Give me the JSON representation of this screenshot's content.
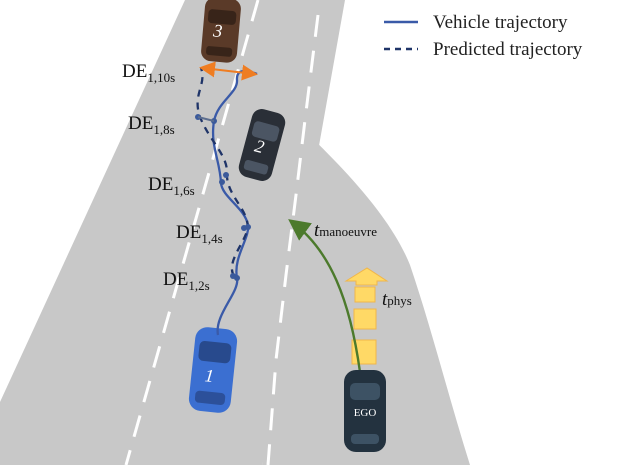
{
  "legend": {
    "vehicle_trajectory": "Vehicle trajectory",
    "predicted_trajectory": "Predicted trajectory"
  },
  "labels": {
    "de_main": "DE",
    "de_10s_sub": "1,10s",
    "de_8s_sub": "1,8s",
    "de_6s_sub": "1,6s",
    "de_4s_sub": "1,4s",
    "de_2s_sub": "1,2s",
    "t_main": "t",
    "t_manoeuvre_sub": "manoeuvre",
    "t_phys_sub": "phys"
  },
  "vehicles": {
    "car1": "1",
    "car2": "2",
    "car3": "3",
    "ego": "EGO"
  },
  "colors": {
    "road": "#c8c8c8",
    "lane_marking": "#ffffff",
    "vehicle_trajectory": "#3a5aa8",
    "predicted_trajectory": "#1f3468",
    "de_highlight": "#ef7d22",
    "manoeuvre_arrow": "#4c7a2c",
    "phys_blocks": "#ffd966",
    "car1": "#3b6fd1",
    "car2": "#2a2f37",
    "car3": "#5a3a28",
    "ego": "#23323f"
  }
}
